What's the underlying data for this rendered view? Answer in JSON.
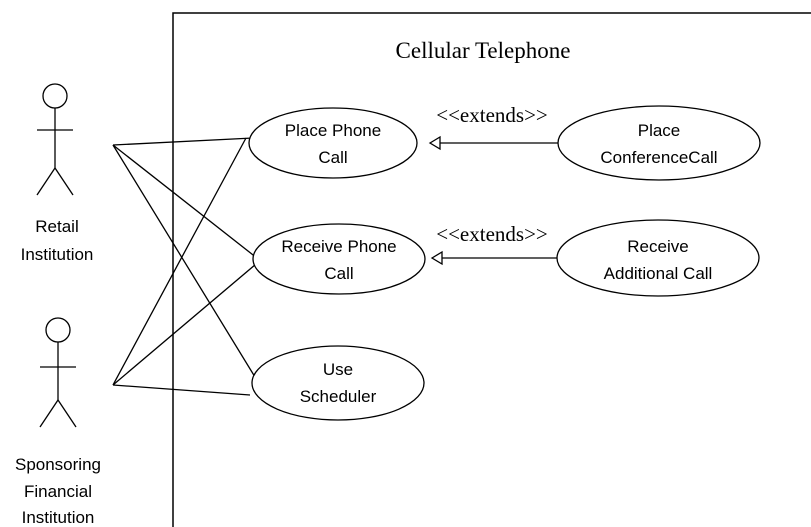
{
  "diagram": {
    "system_title": "Cellular Telephone",
    "actors": [
      {
        "id": "retail",
        "label_lines": [
          "Retail",
          "Institution"
        ]
      },
      {
        "id": "sponsor",
        "label_lines": [
          "Sponsoring",
          "Financial",
          "Institution"
        ]
      }
    ],
    "use_cases": [
      {
        "id": "place_call",
        "label_lines": [
          "Place Phone",
          "Call"
        ]
      },
      {
        "id": "receive_call",
        "label_lines": [
          "Receive Phone",
          "Call"
        ]
      },
      {
        "id": "scheduler",
        "label_lines": [
          "Use",
          "Scheduler"
        ]
      },
      {
        "id": "conference",
        "label_lines": [
          "Place",
          "ConferenceCall"
        ]
      },
      {
        "id": "additional",
        "label_lines": [
          "Receive",
          "Additional Call"
        ]
      }
    ],
    "relationships": [
      {
        "from": "conference",
        "to": "place_call",
        "label": "<<extends>>"
      },
      {
        "from": "additional",
        "to": "receive_call",
        "label": "<<extends>>"
      }
    ],
    "associations": [
      {
        "actor": "retail",
        "use_case": "place_call"
      },
      {
        "actor": "retail",
        "use_case": "receive_call"
      },
      {
        "actor": "retail",
        "use_case": "scheduler"
      },
      {
        "actor": "sponsor",
        "use_case": "place_call"
      },
      {
        "actor": "sponsor",
        "use_case": "receive_call"
      },
      {
        "actor": "sponsor",
        "use_case": "scheduler"
      }
    ]
  }
}
